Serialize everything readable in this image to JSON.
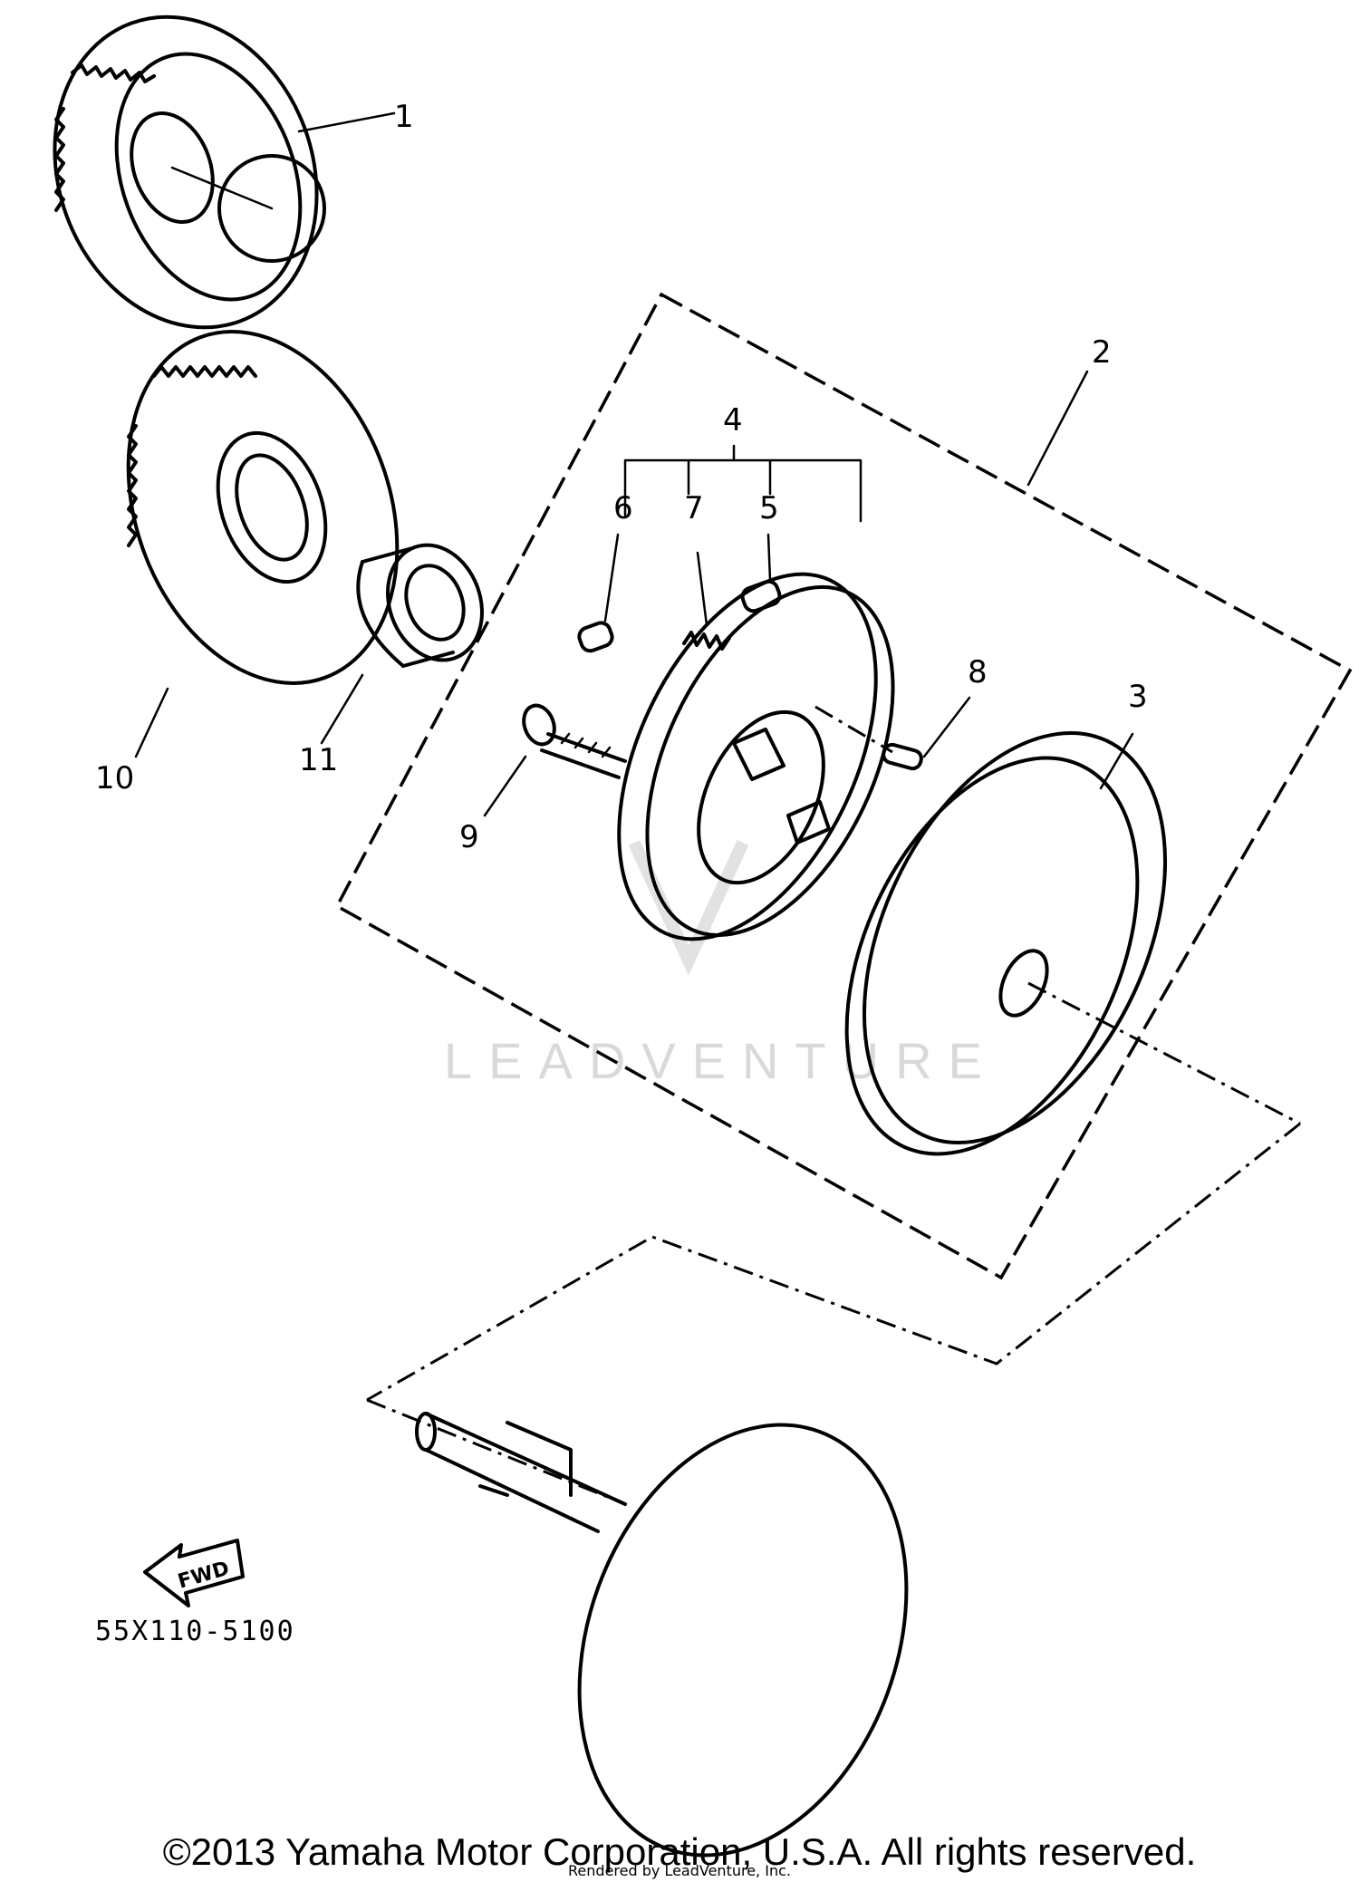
{
  "callouts": [
    "1",
    "2",
    "3",
    "4",
    "5",
    "6",
    "7",
    "8",
    "9",
    "10",
    "11"
  ],
  "part_code": "55X110-5100",
  "fwd_label": "FWD",
  "watermark": "LEADVENTURE",
  "copyright": "©2013 Yamaha Motor Corporation, U.S.A. All rights reserved.",
  "rendered_by": "Rendered by LeadVenture, Inc."
}
